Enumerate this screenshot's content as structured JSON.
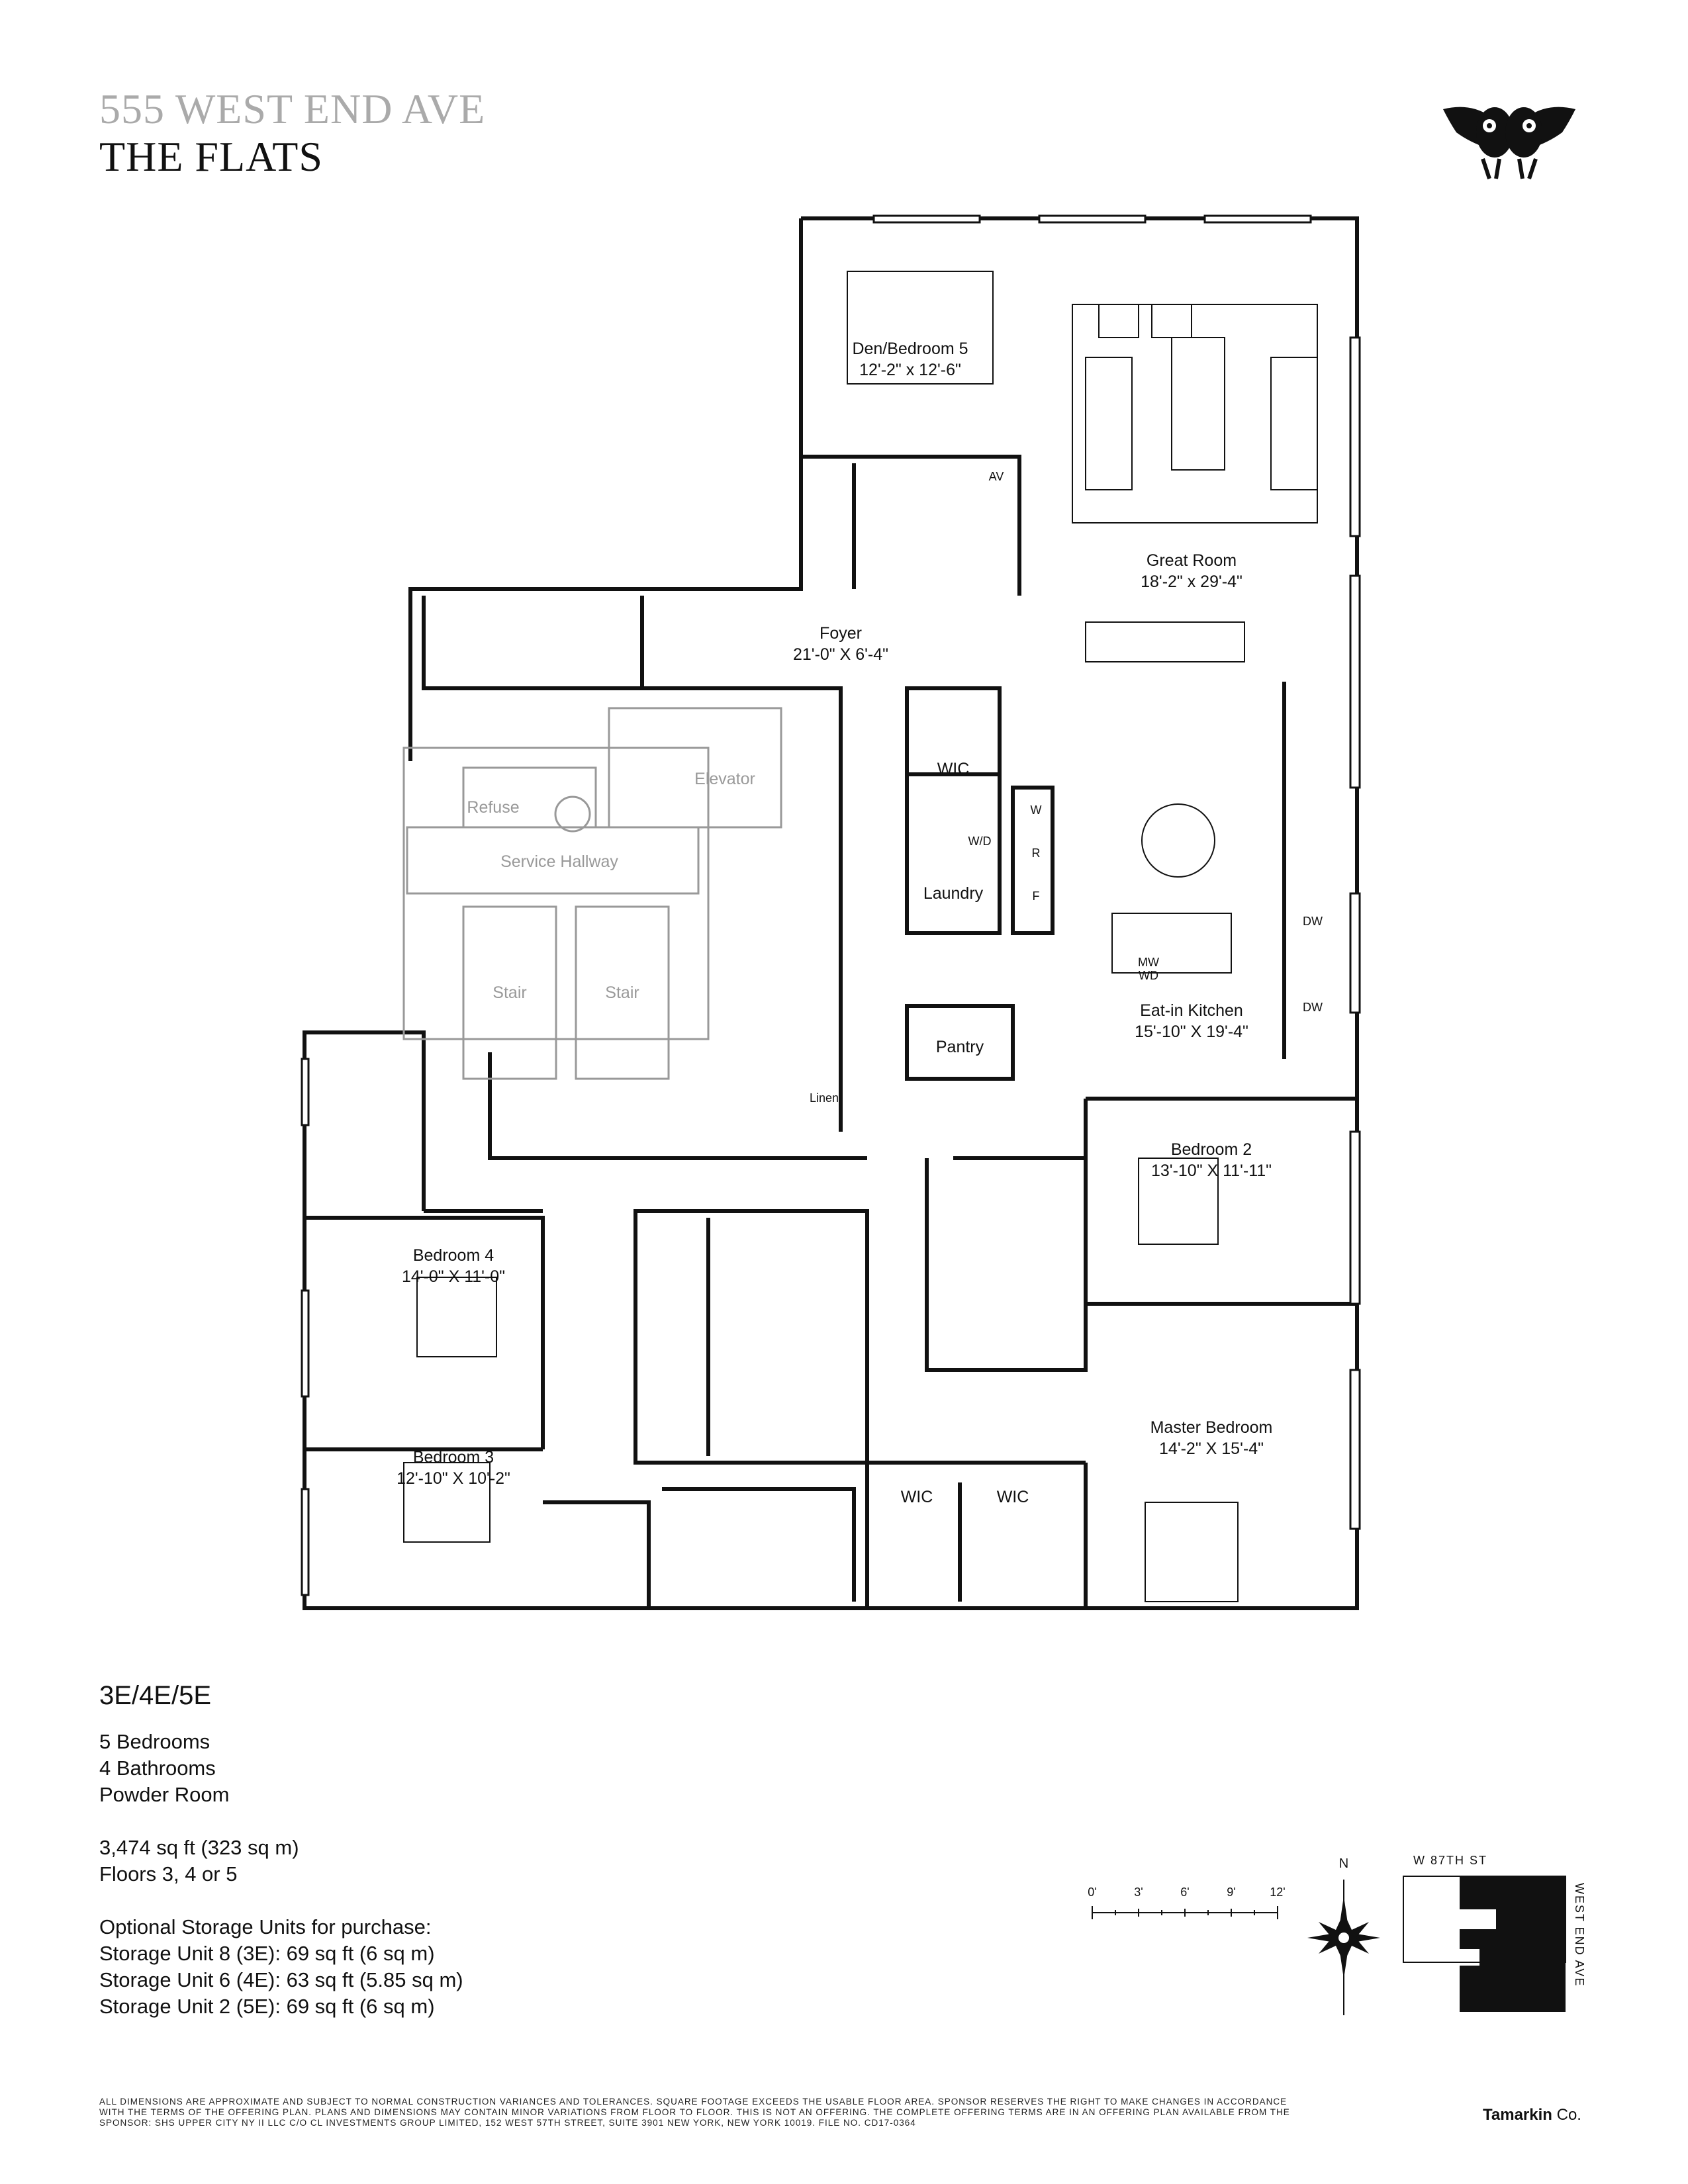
{
  "header": {
    "address": "555 WEST END AVE",
    "collection": "THE FLATS"
  },
  "logo": {
    "icon": "owl-crest-icon"
  },
  "rooms": {
    "den": {
      "name": "Den/Bedroom 5",
      "dims": "12'-2\" x 12'-6\""
    },
    "great_room": {
      "name": "Great Room",
      "dims": "18'-2\" x 29'-4\""
    },
    "foyer": {
      "name": "Foyer",
      "dims": "21'-0\" X 6'-4\""
    },
    "eat_in_kitchen": {
      "name": "Eat-in Kitchen",
      "dims": "15'-10\" X 19'-4\""
    },
    "bedroom2": {
      "name": "Bedroom 2",
      "dims": "13'-10\" X 11'-11\""
    },
    "bedroom4": {
      "name": "Bedroom 4",
      "dims": "14'-0\" X 11'-0\""
    },
    "bedroom3": {
      "name": "Bedroom 3",
      "dims": "12'-10\" X 10'-2\""
    },
    "master": {
      "name": "Master Bedroom",
      "dims": "14'-2\" X 15'-4\""
    }
  },
  "labels": {
    "av": "AV",
    "wic": "WIC",
    "wd": "W/D",
    "laundry": "Laundry",
    "w": "W",
    "r": "R",
    "f": "F",
    "dw": "DW",
    "mw": "MW",
    "wd2": "WD",
    "pantry": "Pantry",
    "linen": "Linen",
    "refuse": "Refuse",
    "elevator": "Elevator",
    "service_hallway": "Service Hallway",
    "stair": "Stair"
  },
  "unit": {
    "name": "3E/4E/5E",
    "bedrooms": "5 Bedrooms",
    "bathrooms": "4 Bathrooms",
    "powder": "Powder Room",
    "area": "3,474 sq ft (323 sq m)",
    "floors": "Floors 3, 4 or 5",
    "storage_title": "Optional Storage Units for purchase:",
    "storage": [
      "Storage Unit 8 (3E): 69 sq ft (6 sq m)",
      "Storage Unit 6 (4E): 63 sq ft (5.85 sq m)",
      "Storage Unit 2 (5E): 69 sq ft (6 sq m)"
    ]
  },
  "scale": {
    "ticks": [
      "0'",
      "3'",
      "6'",
      "9'",
      "12'"
    ]
  },
  "compass": {
    "north": "N",
    "icon": "compass-star-icon"
  },
  "keyplan": {
    "street_top": "W 87TH ST",
    "street_side": "WEST END AVE"
  },
  "disclaimer": "All dimensions are approximate and subject to normal construction variances and tolerances. Square footage exceeds the usable floor area. Sponsor reserves the right to make changes in accordance with the terms of the offering plan. Plans and dimensions may contain minor variations from floor to floor. This is not an offering. The complete offering terms are in an offering plan available from the sponsor: SHS Upper City NY II LLC c/o CL Investments Group Limited, 152 West 57th Street, Suite 3901 New York, New York 10019. File No. CD17-0364",
  "brand": {
    "bold": "Tamarkin",
    "rest": " Co."
  }
}
